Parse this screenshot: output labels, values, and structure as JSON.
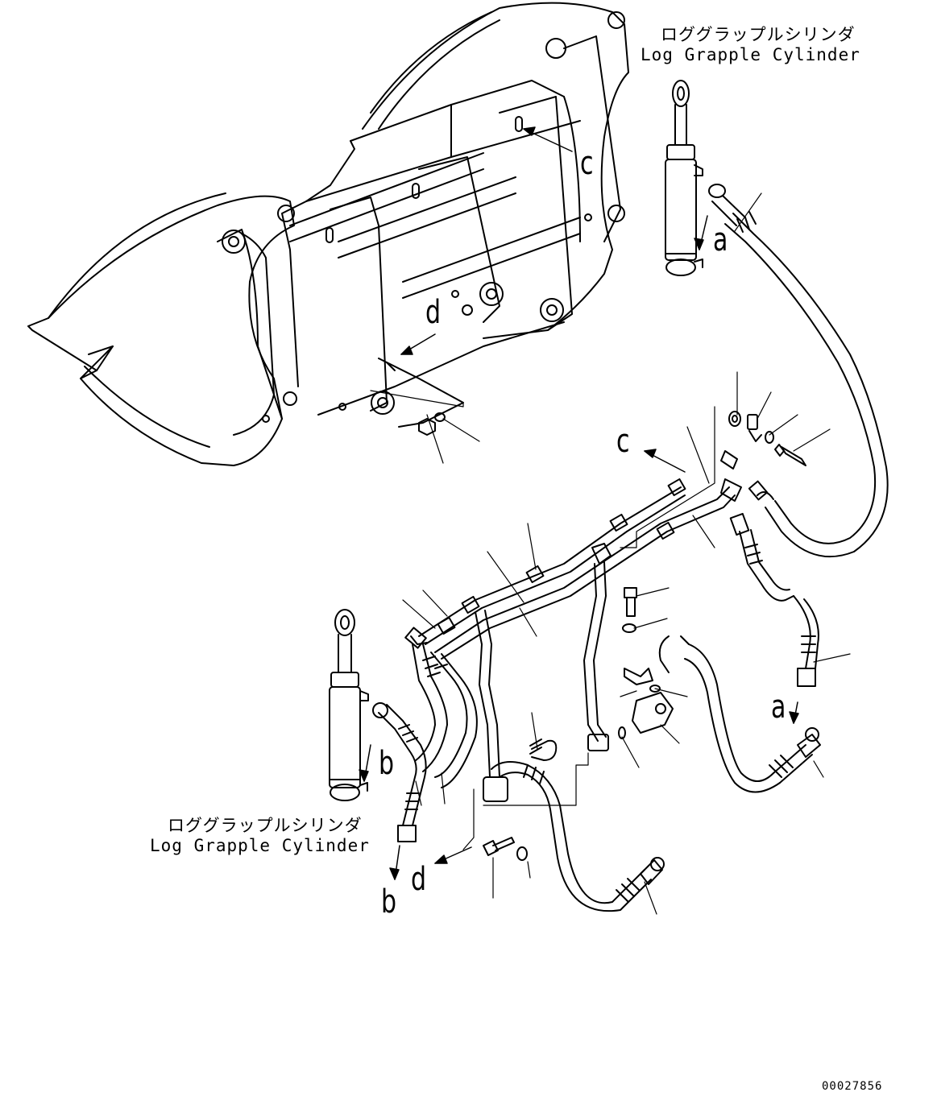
{
  "labels": {
    "top_cylinder_jp": "ロググラップルシリンダ",
    "top_cylinder_en": "Log Grapple Cylinder",
    "bottom_cylinder_jp": "ロググラップルシリンダ",
    "bottom_cylinder_en": "Log Grapple Cylinder"
  },
  "refs": {
    "a_top": "a",
    "a_bottom": "a",
    "b_top": "b",
    "b_bottom": "b",
    "c_top": "c",
    "c_middle": "c",
    "d_top": "d",
    "d_bottom": "d"
  },
  "drawing_number": "00027856",
  "colors": {
    "line": "#000000",
    "background": "#ffffff"
  }
}
